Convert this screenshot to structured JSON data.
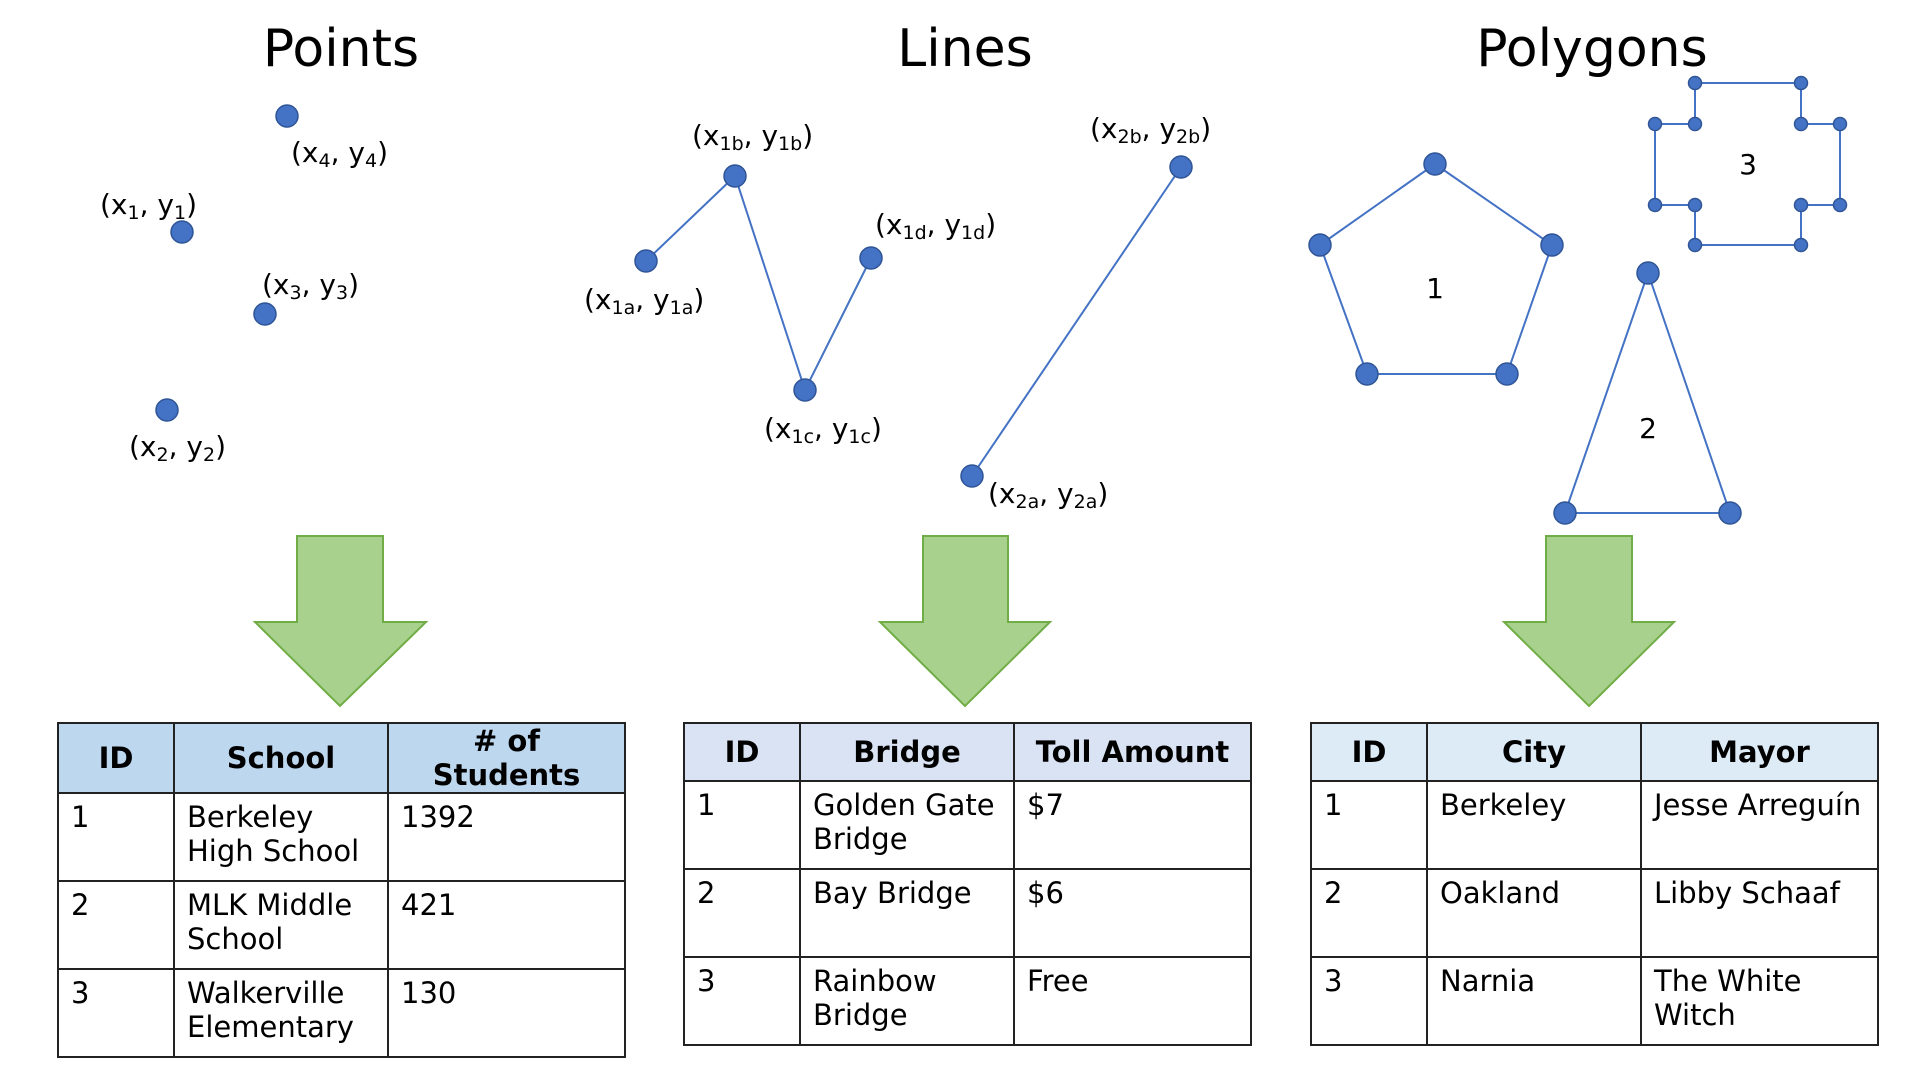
{
  "titles": {
    "points": "Points",
    "lines": "Lines",
    "polygons": "Polygons"
  },
  "points_labels": {
    "p1": {
      "base": "(x",
      "sub": "1",
      "mid": ", y",
      "sub2": "1",
      "end": ")"
    },
    "p2": {
      "base": "(x",
      "sub": "2",
      "mid": ", y",
      "sub2": "2",
      "end": ")"
    },
    "p3": {
      "base": "(x",
      "sub": "3",
      "mid": ", y",
      "sub2": "3",
      "end": ")"
    },
    "p4": {
      "base": "(x",
      "sub": "4",
      "mid": ", y",
      "sub2": "4",
      "end": ")"
    }
  },
  "lines_labels": {
    "l1a": {
      "base": "(x",
      "sub": "1a",
      "mid": ", y",
      "sub2": "1a",
      "end": ")"
    },
    "l1b": {
      "base": "(x",
      "sub": "1b",
      "mid": ", y",
      "sub2": "1b",
      "end": ")"
    },
    "l1c": {
      "base": "(x",
      "sub": "1c",
      "mid": ", y",
      "sub2": "1c",
      "end": ")"
    },
    "l1d": {
      "base": "(x",
      "sub": "1d",
      "mid": ", y",
      "sub2": "1d",
      "end": ")"
    },
    "l2a": {
      "base": "(x",
      "sub": "2a",
      "mid": ", y",
      "sub2": "2a",
      "end": ")"
    },
    "l2b": {
      "base": "(x",
      "sub": "2b",
      "mid": ", y",
      "sub2": "2b",
      "end": ")"
    }
  },
  "polygon_labels": {
    "poly1": "1",
    "poly2": "2",
    "poly3": "3"
  },
  "colors": {
    "point_fill": "#4472c4",
    "point_stroke": "#2f5597",
    "arrow_fill": "#a9d18e",
    "arrow_stroke": "#70ad47"
  },
  "tables": {
    "points": {
      "headers": [
        "ID",
        "School",
        "# of Students"
      ],
      "rows": [
        [
          "1",
          "Berkeley High School",
          "1392"
        ],
        [
          "2",
          "MLK Middle School",
          "421"
        ],
        [
          "3",
          "Walkerville Elementary",
          "130"
        ]
      ]
    },
    "lines": {
      "headers": [
        "ID",
        "Bridge",
        "Toll Amount"
      ],
      "rows": [
        [
          "1",
          "Golden Gate Bridge",
          "$7"
        ],
        [
          "2",
          "Bay Bridge",
          "$6"
        ],
        [
          "3",
          "Rainbow Bridge",
          "Free"
        ]
      ]
    },
    "polygons": {
      "headers": [
        "ID",
        "City",
        "Mayor"
      ],
      "rows": [
        [
          "1",
          "Berkeley",
          "Jesse Arreguín"
        ],
        [
          "2",
          "Oakland",
          "Libby Schaaf"
        ],
        [
          "3",
          "Narnia",
          "The White Witch"
        ]
      ]
    }
  }
}
